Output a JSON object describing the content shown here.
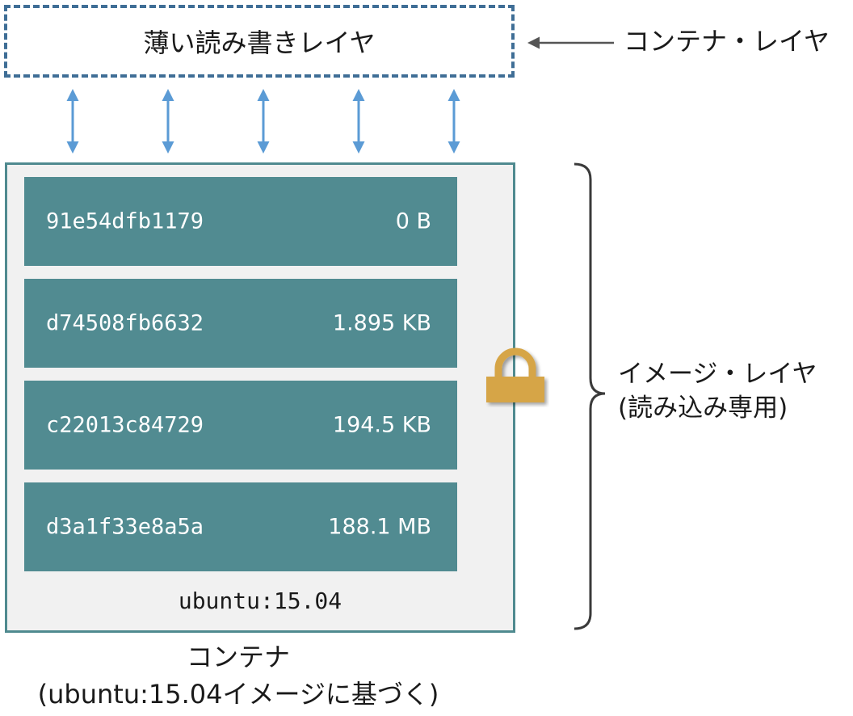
{
  "rw_layer": {
    "label": "薄い読み書きレイヤ"
  },
  "container_layer_label": "コンテナ・レイヤ",
  "image_layers": [
    {
      "id": "91e54dfb1179",
      "size": "0 B"
    },
    {
      "id": "d74508fb6632",
      "size": "1.895 KB"
    },
    {
      "id": "c22013c84729",
      "size": "194.5 KB"
    },
    {
      "id": "d3a1f33e8a5a",
      "size": "188.1 MB"
    }
  ],
  "image_name": "ubuntu:15.04",
  "image_layer_label": {
    "line1": "イメージ・レイヤ",
    "line2": "(読み込み専用)"
  },
  "container_caption": {
    "line1": "コンテナ",
    "line2": "(ubuntu:15.04イメージに基づく)"
  },
  "colors": {
    "layer_fill": "#518b91",
    "container_border": "#4f8a8f",
    "dashed_border": "#3f6e96",
    "arrow": "#5b9bd5",
    "lock": "#d6a546"
  }
}
